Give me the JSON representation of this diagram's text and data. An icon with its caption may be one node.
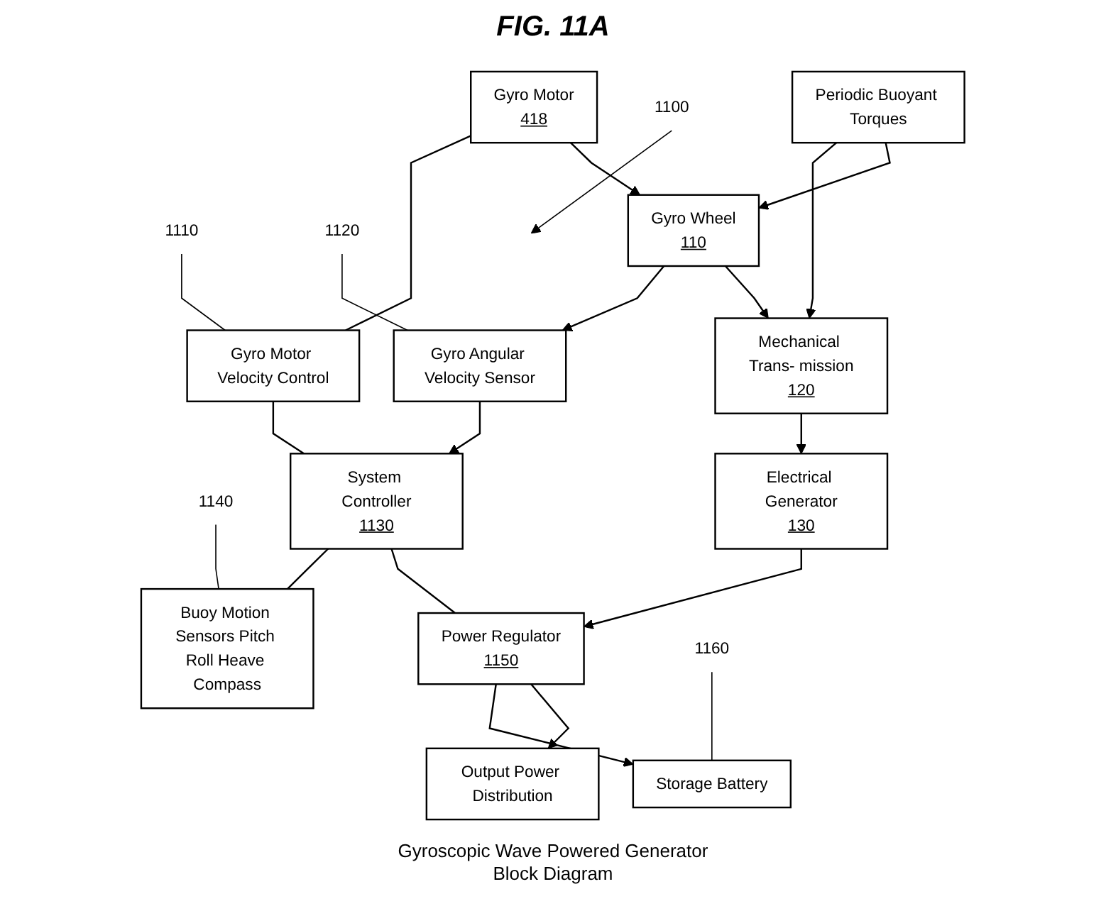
{
  "diagram": {
    "title": "FIG. 11A",
    "caption": "Gyroscopic Wave Powered Generator Block Diagram",
    "nodes": [
      {
        "text": [
          "1100"
        ]
      },
      {
        "text": [
          "Periodic Buoyant Torques"
        ]
      },
      {
        "text": [
          "Gyro Motor",
          "418"
        ]
      },
      {
        "text": [
          "Gyro Wheel",
          "110"
        ]
      },
      {
        "text": [
          "Mechanical Trans- mission",
          "120"
        ]
      },
      {
        "text": [
          "Electrical Generator",
          "130"
        ]
      },
      {
        "text": [
          "1110"
        ]
      },
      {
        "text": [
          "1120"
        ]
      },
      {
        "text": [
          "Gyro Motor Velocity Control"
        ]
      },
      {
        "text": [
          "Gyro Angular Velocity Sensor"
        ]
      },
      {
        "text": [
          "System Controller",
          "1130"
        ]
      },
      {
        "text": [
          "Power Regulator",
          "1150"
        ]
      },
      {
        "text": [
          "Output Power Distribution"
        ]
      },
      {
        "text": [
          "1140"
        ]
      },
      {
        "text": [
          "Buoy Motion Sensors Pitch Roll Heave Compass"
        ]
      },
      {
        "text": [
          "1160"
        ]
      },
      {
        "text": [
          "Storage Battery"
        ]
      }
    ],
    "edges": [
      {
        "from": 0,
        "to": null,
        "arrow": "to"
      },
      {
        "from": 1,
        "to": 3,
        "arrow": "to"
      },
      {
        "from": 1,
        "to": 4,
        "arrow": "to"
      },
      {
        "from": 2,
        "to": 3,
        "arrow": "to"
      },
      {
        "from": 3,
        "to": 4,
        "arrow": "to"
      },
      {
        "from": 4,
        "to": 5,
        "arrow": "to"
      },
      {
        "from": 2,
        "to": 8,
        "arrow": "none"
      },
      {
        "from": 3,
        "to": 9,
        "arrow": "to"
      },
      {
        "from": 6,
        "to": 8,
        "arrow": "none"
      },
      {
        "from": 7,
        "to": 9,
        "arrow": "none"
      },
      {
        "from": 8,
        "to": 10,
        "arrow": "none"
      },
      {
        "from": 9,
        "to": 10,
        "arrow": "to"
      },
      {
        "from": 5,
        "to": 11,
        "arrow": "to"
      },
      {
        "from": 10,
        "to": 11,
        "arrow": "none"
      },
      {
        "from": 11,
        "to": 12,
        "arrow": "to"
      },
      {
        "from": 10,
        "to": 14,
        "arrow": "none"
      },
      {
        "from": 13,
        "to": 14,
        "arrow": "none"
      },
      {
        "from": 11,
        "to": 16,
        "arrow": "to"
      },
      {
        "from": 15,
        "to": 16,
        "arrow": "none"
      }
    ]
  }
}
